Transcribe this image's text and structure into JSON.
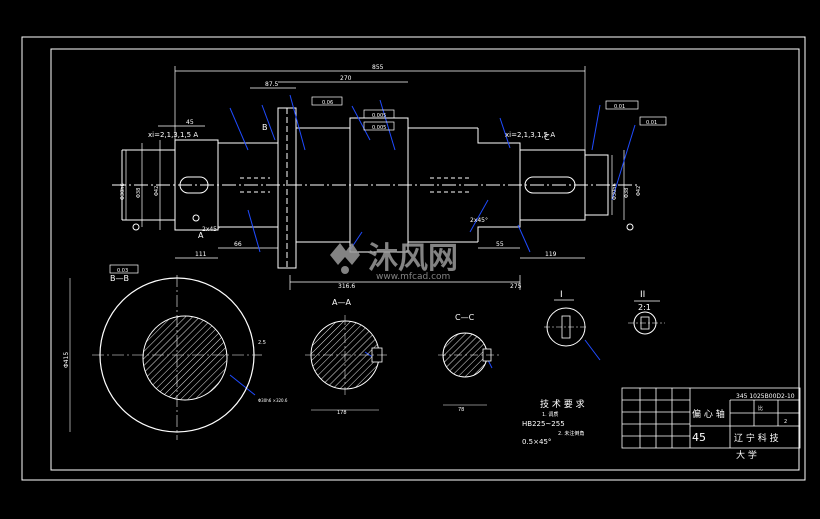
{
  "colors": {
    "background": "#000000",
    "outline": "#ffffff",
    "center_line": "#ffffff",
    "dimension": "#ffffff",
    "leader_blue": "#1f4bff",
    "hatch": "#ffffff",
    "watermark": "#9a9a9a"
  },
  "dimensions": {
    "overall_length": "855",
    "length_270": "270",
    "length_87_5": "87.5",
    "length_45": "45",
    "length_66": "66",
    "length_111": "111",
    "length_119": "119",
    "length_55": "55",
    "length_316": "316.6",
    "length_275": "275",
    "thread_left": "xi=2,1,3,1,5 A",
    "thread_right": "xi=2,1,3,1,5 A",
    "chamfer_left": "2x45°",
    "chamfer_right": "2x45°",
    "dia_left_1": "Φ30h6",
    "dia_left_2": "Φ38",
    "dia_left_3": "Φ42",
    "dia_right_1": "Φ30h6",
    "dia_right_2": "Φ38",
    "dia_right_3": "Φ42",
    "section_bb_dia": "Φ415",
    "section_aa_width": "178",
    "section_cc_width": "78",
    "keyway_note": "Φ30h6 ×320.6",
    "bb_note": "2.5"
  },
  "tolerances": {
    "frame_1": "0.06",
    "frame_2": "0.005",
    "frame_3": "0.005",
    "frame_4": "0.01",
    "frame_5": "0.01",
    "frame_6": "0.03"
  },
  "section_labels": {
    "bb": "B—B",
    "aa": "A—A",
    "cc": "C—C",
    "detail_1": "I",
    "detail_2": "II",
    "detail_2_scale": "2:1",
    "leader_b": "B",
    "leader_a": "A",
    "leader_c": "C"
  },
  "tech_requirements": {
    "title": "技 术 要 求",
    "item1": "1. 调质",
    "item2": "HB225~255",
    "item3": "2. 未注倒角",
    "item4": "0.5×45°"
  },
  "title_block": {
    "drawing_number": "345 1025B00D2-10",
    "part_name": "偏 心 轴",
    "material": "45",
    "school": "辽 宁 科 技",
    "school_line2": "大 学",
    "quantity_label": "比",
    "scale_label": "2"
  },
  "watermark": {
    "name": "沐风网",
    "url": "www.mfcad.com"
  }
}
